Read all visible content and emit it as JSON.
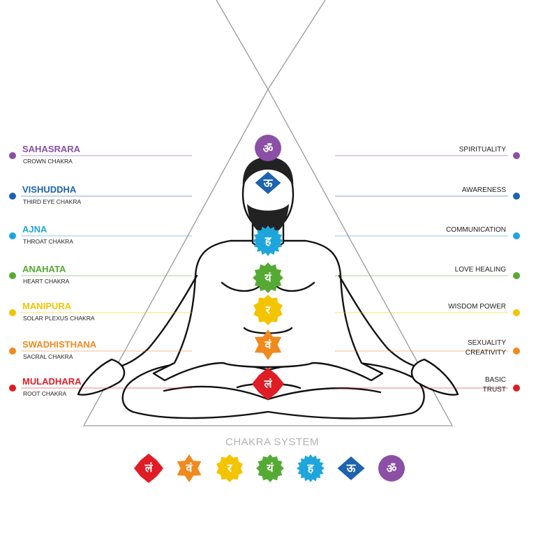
{
  "title": "CHAKRA SYSTEM",
  "colors": {
    "sahasrara": "#8b4fa6",
    "vishuddha": "#1d63b0",
    "ajna": "#1ea6dc",
    "anahata": "#55aa34",
    "manipura": "#f3c400",
    "swadhisthana": "#f08a1f",
    "muladhara": "#e01c24"
  },
  "chakras": [
    {
      "key": "sahasrara",
      "name": "SAHASRARA",
      "subtitle": "CROWN CHAKRA",
      "quality": [
        "SPIRITUALITY"
      ],
      "glyph": "ॐ",
      "shape": "circle"
    },
    {
      "key": "vishuddha",
      "name": "VISHUDDHA",
      "subtitle": "THIRD EYE CHAKRA",
      "quality": [
        "AWARENESS"
      ],
      "glyph": "ऊ",
      "shape": "diamond"
    },
    {
      "key": "ajna",
      "name": "AJNA",
      "subtitle": "THROAT CHAKRA",
      "quality": [
        "COMMUNICATION"
      ],
      "glyph": "ह",
      "shape": "star16"
    },
    {
      "key": "anahata",
      "name": "ANAHATA",
      "subtitle": "HEART CHAKRA",
      "quality": [
        "LOVE HEALING"
      ],
      "glyph": "यं",
      "shape": "star12"
    },
    {
      "key": "manipura",
      "name": "MANIPURA",
      "subtitle": "SOLAR PLEXUS CHAKRA",
      "quality": [
        "WISDOM POWER"
      ],
      "glyph": "र",
      "shape": "star10"
    },
    {
      "key": "swadhisthana",
      "name": "SWADHISTHANA",
      "subtitle": "SACRAL CHAKRA",
      "quality": [
        "SEXUALITY",
        "CREATIVITY"
      ],
      "glyph": "वं",
      "shape": "star6"
    },
    {
      "key": "muladhara",
      "name": "MULADHARA",
      "subtitle": "ROOT  CHAKRA",
      "quality": [
        "BASIC",
        "TRUST"
      ],
      "glyph": "लं",
      "shape": "square4"
    }
  ]
}
